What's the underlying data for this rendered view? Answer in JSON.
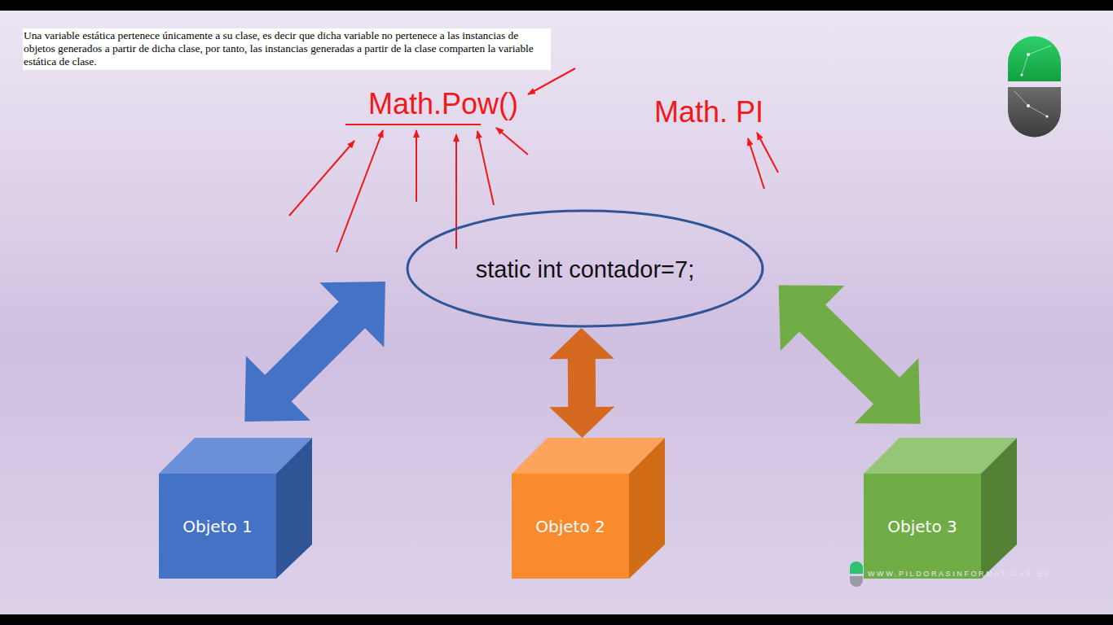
{
  "diagram": {
    "nodes": [
      {
        "text": [
          "Una variable estática pertenece únicamente a su clase, es decir que dicha variable no pertenece a las instancias de objetos generados a partir de dicha clase, por tanto, las instancias generadas a partir de la clase comparten la variable estática de clase."
        ]
      },
      {
        "text": [
          "static int contador=7;"
        ]
      },
      {
        "text": [
          "Objeto 1"
        ]
      },
      {
        "text": [
          "Objeto 2"
        ]
      },
      {
        "text": [
          "Objeto 3"
        ]
      }
    ],
    "edges": [
      {
        "from": 1,
        "to": 2,
        "arrow": "both"
      },
      {
        "from": 1,
        "to": 3,
        "arrow": "both"
      },
      {
        "from": 1,
        "to": 4,
        "arrow": "both"
      }
    ],
    "labels": [
      "Math.Pow()",
      "Math. PI",
      "WWW.PILDORASINFORMATICAS.ES"
    ]
  }
}
